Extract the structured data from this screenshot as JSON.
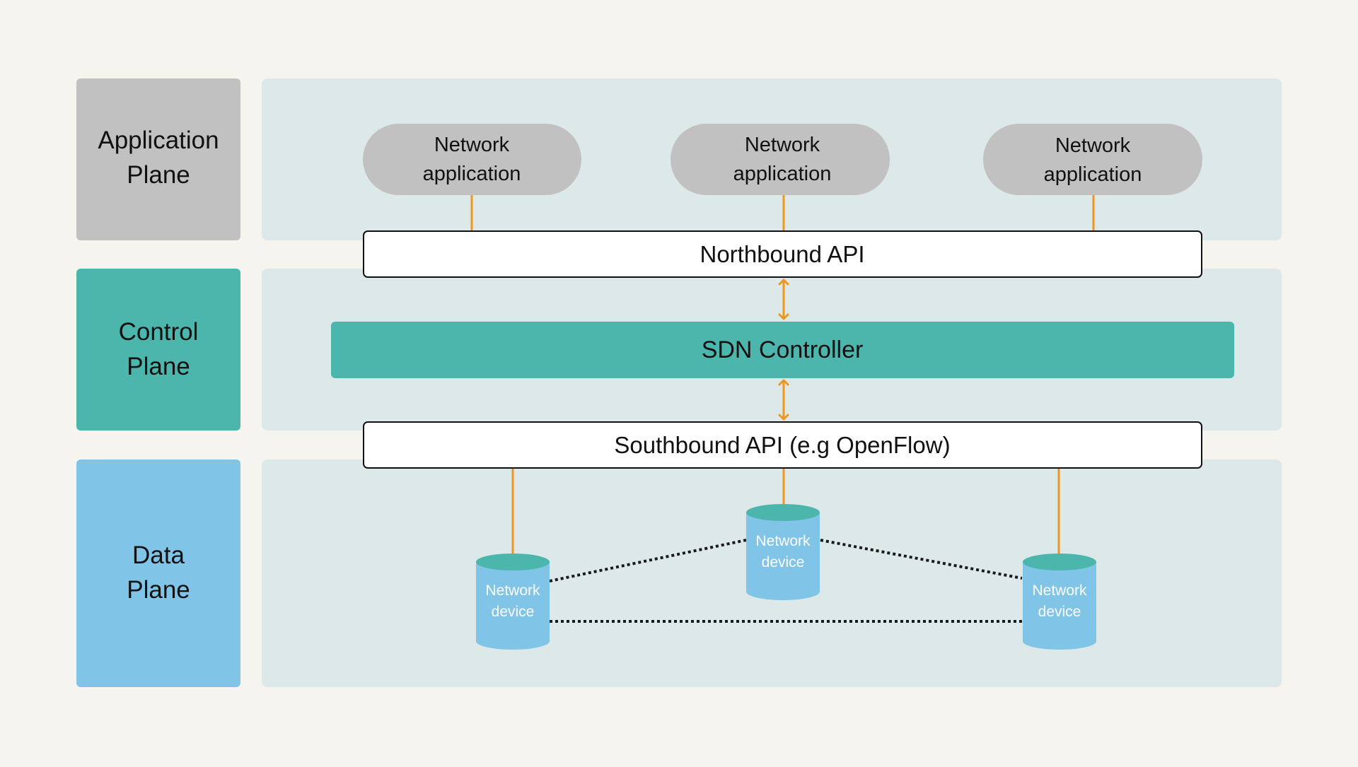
{
  "colors": {
    "background": "#f6f4ef",
    "plane_area": "#dde9e9",
    "application_plane": "#c2c1c1",
    "control_plane": "#4db6ac",
    "data_plane": "#80c5e8",
    "network_application": "#c2c1c1",
    "api_box": "#ffffff",
    "sdn_controller": "#4db6ac",
    "device_body": "#80c5e8",
    "device_top": "#4db6ac",
    "connector": "#f0961e",
    "device_link": "#1a1a1a",
    "text": "#111111",
    "device_text": "#ffffff"
  },
  "planes": {
    "application": {
      "line1": "Application",
      "line2": "Plane"
    },
    "control": {
      "line1": "Control",
      "line2": "Plane"
    },
    "data": {
      "line1": "Data",
      "line2": "Plane"
    }
  },
  "applications": [
    {
      "line1": "Network",
      "line2": "application"
    },
    {
      "line1": "Network",
      "line2": "application"
    },
    {
      "line1": "Network",
      "line2": "application"
    }
  ],
  "northbound_api": "Northbound API",
  "sdn_controller": "SDN Controller",
  "southbound_api": "Southbound API (e.g OpenFlow)",
  "devices": [
    {
      "line1": "Network",
      "line2": "device"
    },
    {
      "line1": "Network",
      "line2": "device"
    },
    {
      "line1": "Network",
      "line2": "device"
    }
  ]
}
